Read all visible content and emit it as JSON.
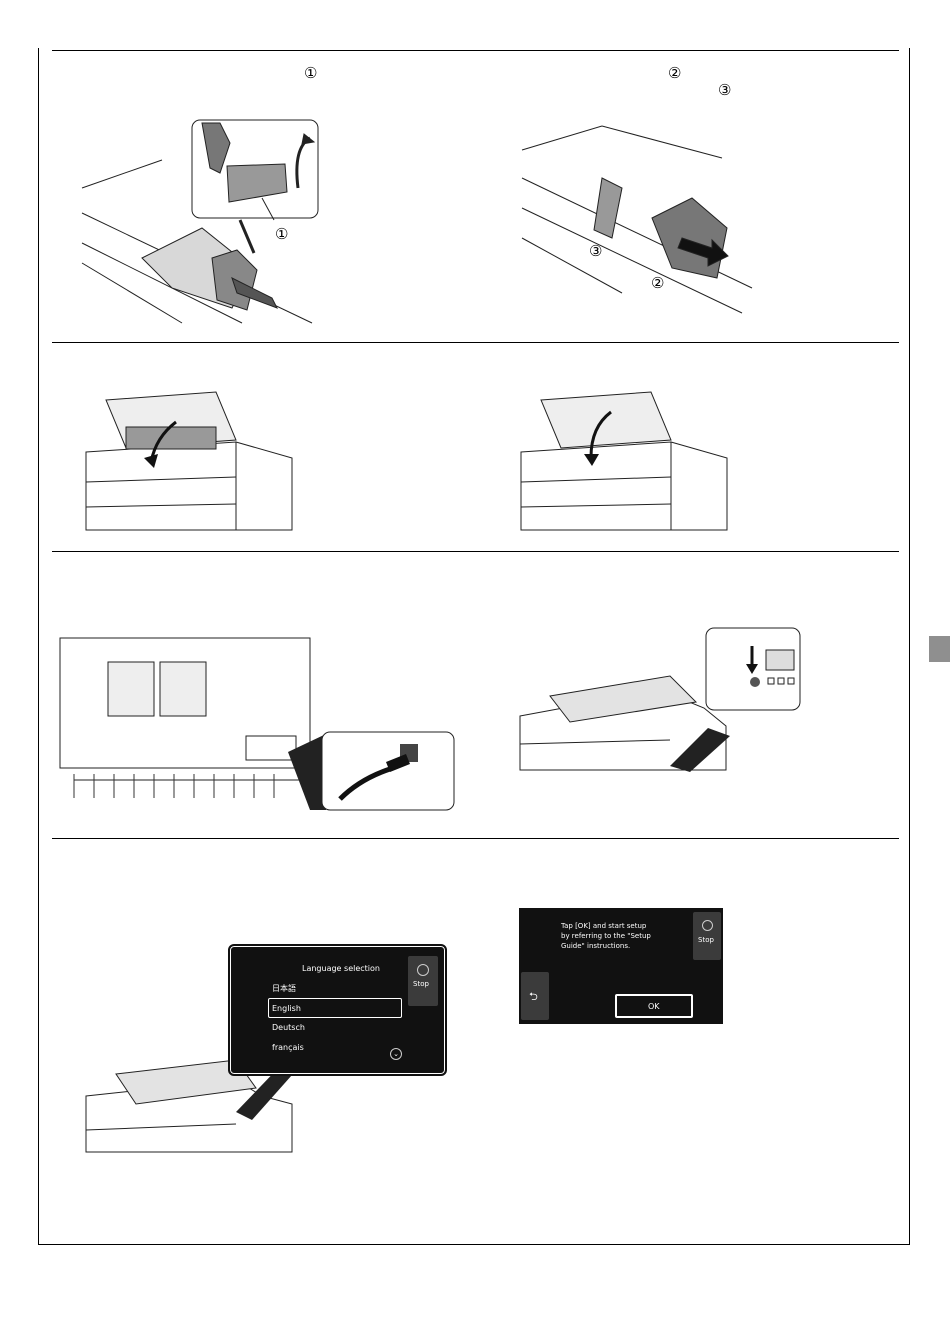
{
  "markers": {
    "step1_left_label": "①",
    "step1_right_label_2": "②",
    "step1_right_label_3": "③",
    "callout_1": "①",
    "callout_2": "②",
    "callout_3": "③"
  },
  "language_screen": {
    "title": "Language selection",
    "items": [
      "日本語",
      "English",
      "Deutsch",
      "français"
    ],
    "selected": "English",
    "stop_label": "Stop"
  },
  "setup_screen": {
    "message_line1": "Tap [OK] and start setup",
    "message_line2": "by referring to the \"Setup",
    "message_line3": "Guide\" instructions.",
    "stop_label": "Stop",
    "ok_label": "OK",
    "back_icon": "back-arrow-icon"
  },
  "colors": {
    "tab": "#8f8f8f",
    "screen_bg": "#111111",
    "screen_side": "#3b3b3b"
  }
}
